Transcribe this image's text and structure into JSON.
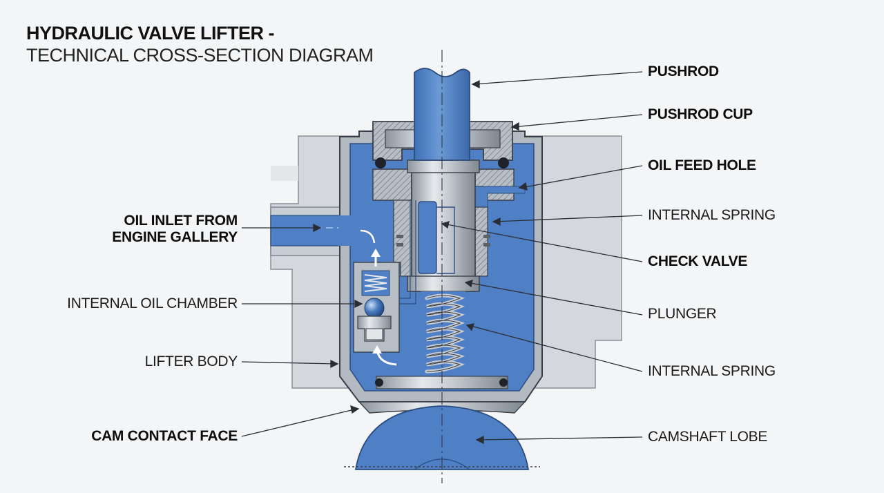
{
  "title": {
    "line1": "HYDRAULIC VALVE LIFTER -",
    "line2": "TECHNICAL CROSS-SECTION DIAGRAM"
  },
  "labels": {
    "pushrod": "PUSHROD",
    "pushrod_cup": "PUSHROD CUP",
    "oil_feed_hole": "OIL FEED HOLE",
    "internal_spring_upper": "INTERNAL SPRING",
    "check_valve": "CHECK VALVE",
    "plunger": "PLUNGER",
    "internal_spring_lower": "INTERNAL SPRING",
    "camshaft_lobe": "CAMSHAFT LOBE",
    "oil_inlet_line1": "OIL INLET FROM",
    "oil_inlet_line2": "ENGINE GALLERY",
    "internal_oil_chamber": "INTERNAL OIL CHAMBER",
    "lifter_body": "LIFTER BODY",
    "cam_contact_face": "CAM CONTACT FACE"
  },
  "colors": {
    "oil_blue": "#4f7fc4",
    "pushrod_blue": "#5687c8",
    "steel_gray": "#a9b0b8",
    "engine_block": "#d3d7dc",
    "outline": "#3a3f47"
  }
}
